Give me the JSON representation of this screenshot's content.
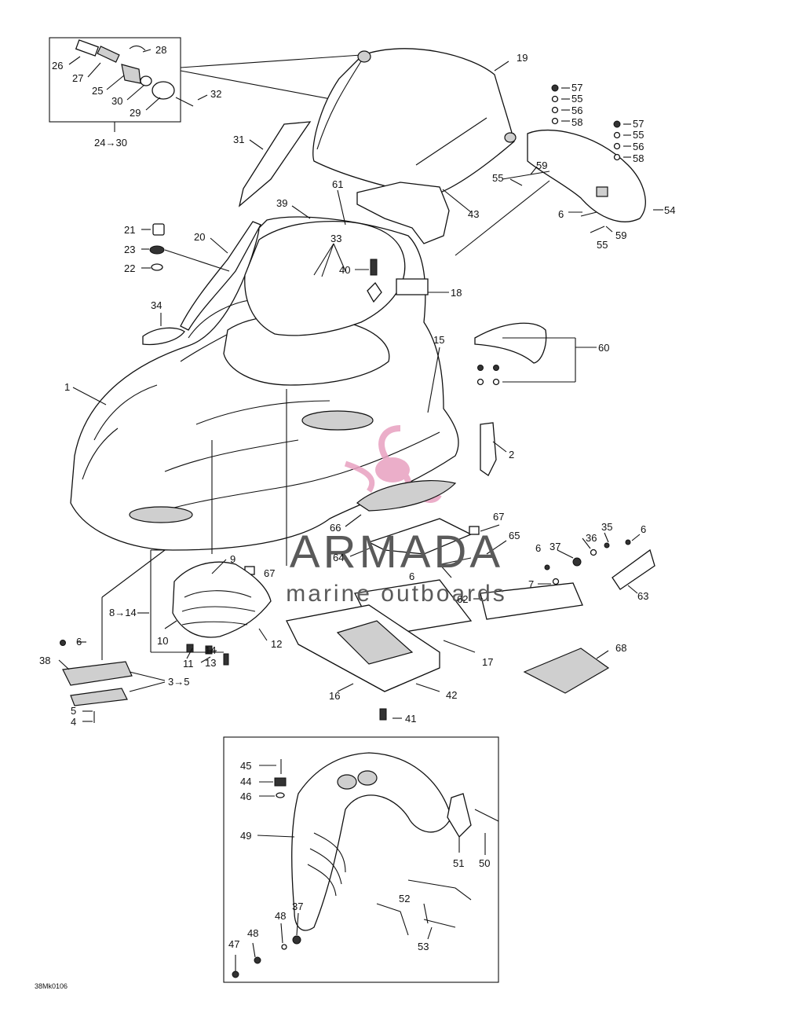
{
  "diagram_code": "38Mk0106",
  "watermark": {
    "brand": "ARMADA",
    "tagline": "marine outboards",
    "logo_color": "#e8a0c0"
  },
  "labels": {
    "p1": "1",
    "p2": "2",
    "p3to5": "3→5",
    "p4": "4",
    "p5": "5",
    "p6a": "6",
    "p6b": "6",
    "p6c": "6",
    "p6d": "6",
    "p6e": "6",
    "p7": "7",
    "p8to14": "8→14",
    "p9": "9",
    "p10": "10",
    "p11": "11",
    "p12": "12",
    "p13": "13",
    "p14": "14",
    "p15": "15",
    "p16": "16",
    "p17": "17",
    "p18": "18",
    "p19": "19",
    "p20": "20",
    "p21": "21",
    "p22": "22",
    "p23": "23",
    "p24to30": "24→30",
    "p25": "25",
    "p26": "26",
    "p27": "27",
    "p28": "28",
    "p29": "29",
    "p30": "30",
    "p31": "31",
    "p32": "32",
    "p33": "33",
    "p34": "34",
    "p35": "35",
    "p36": "36",
    "p37a": "37",
    "p37b": "37",
    "p38": "38",
    "p39": "39",
    "p40": "40",
    "p41": "41",
    "p42": "42",
    "p43": "43",
    "p44": "44",
    "p45": "45",
    "p46": "46",
    "p47": "47",
    "p48a": "48",
    "p48b": "48",
    "p49": "49",
    "p50": "50",
    "p51": "51",
    "p52": "52",
    "p53": "53",
    "p54": "54",
    "p55a": "55",
    "p55b": "55",
    "p55c": "55",
    "p56a": "56",
    "p56b": "56",
    "p57a": "57",
    "p57b": "57",
    "p58a": "58",
    "p58b": "58",
    "p59a": "59",
    "p59b": "59",
    "p60": "60",
    "p61": "61",
    "p62": "62",
    "p63": "63",
    "p64": "64",
    "p65": "65",
    "p66": "66",
    "p67a": "67",
    "p67b": "67",
    "p68": "68"
  }
}
